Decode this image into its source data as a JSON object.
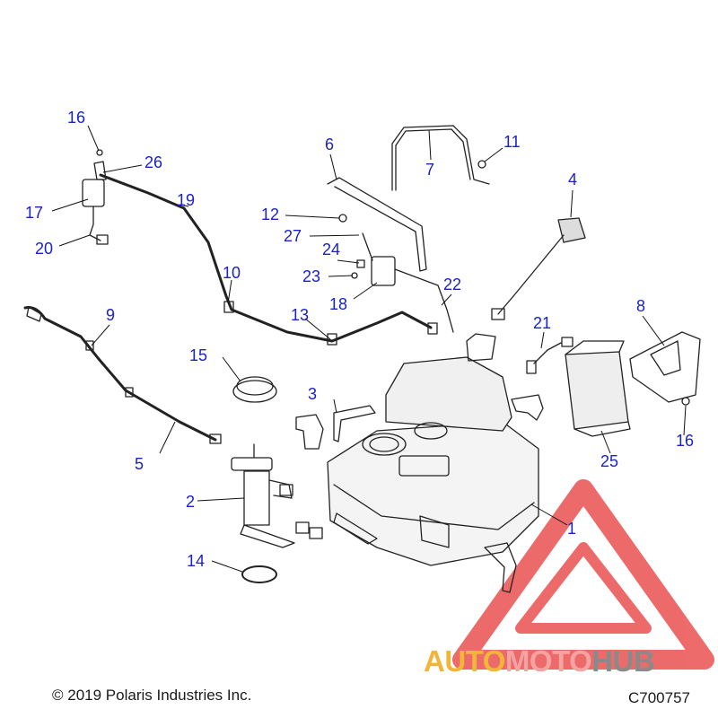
{
  "callouts": [
    {
      "id": "1",
      "name": "callout-1-fuel-tank"
    },
    {
      "id": "2",
      "name": "callout-2-fuel-pump"
    },
    {
      "id": "3",
      "name": "callout-3-tank-pad"
    },
    {
      "id": "4",
      "name": "callout-4-fuel-sender"
    },
    {
      "id": "5",
      "name": "callout-5-fuel-line"
    },
    {
      "id": "6",
      "name": "callout-6-strap"
    },
    {
      "id": "7",
      "name": "callout-7-strap"
    },
    {
      "id": "8",
      "name": "callout-8-bracket"
    },
    {
      "id": "9",
      "name": "callout-9-hose"
    },
    {
      "id": "10",
      "name": "callout-10-clip"
    },
    {
      "id": "11",
      "name": "callout-11-screw"
    },
    {
      "id": "12",
      "name": "callout-12-screw"
    },
    {
      "id": "13",
      "name": "callout-13-clip"
    },
    {
      "id": "14",
      "name": "callout-14-seal"
    },
    {
      "id": "15",
      "name": "callout-15-lock-ring"
    },
    {
      "id": "16",
      "name": "callout-16-screw-top"
    },
    {
      "id": "16",
      "name": "callout-16-screw-bottom"
    },
    {
      "id": "17",
      "name": "callout-17-valve"
    },
    {
      "id": "18",
      "name": "callout-18-valve"
    },
    {
      "id": "19",
      "name": "callout-19-vent-hose"
    },
    {
      "id": "20",
      "name": "callout-20-connector"
    },
    {
      "id": "21",
      "name": "callout-21-hose"
    },
    {
      "id": "22",
      "name": "callout-22-hose"
    },
    {
      "id": "23",
      "name": "callout-23-nut"
    },
    {
      "id": "24",
      "name": "callout-24-clip"
    },
    {
      "id": "25",
      "name": "callout-25-canister"
    },
    {
      "id": "26",
      "name": "callout-26-bracket"
    },
    {
      "id": "27",
      "name": "callout-27-hose"
    }
  ],
  "footer": {
    "copyright": "© 2019 Polaris Industries Inc.",
    "drawing_number": "C700757"
  },
  "watermark": {
    "part1": "AUTO",
    "part2": "MOTO",
    "part3": "HUB"
  },
  "colors": {
    "callout_text": "#1a22c8",
    "watermark_red": "#e8393a",
    "watermark_orange": "#f2b53a"
  }
}
